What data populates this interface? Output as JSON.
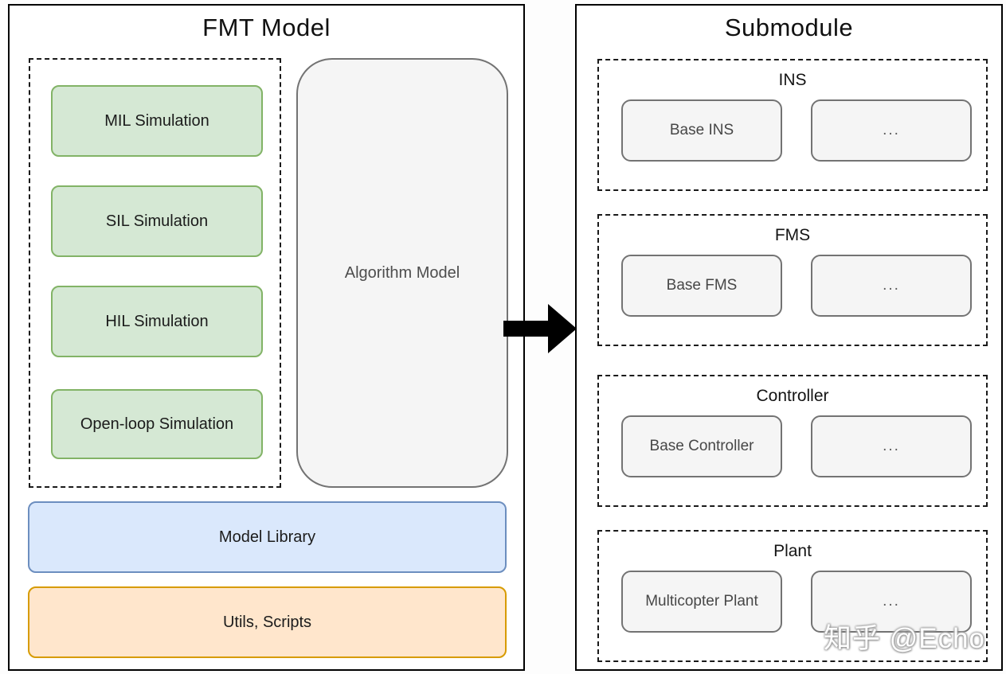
{
  "left_panel": {
    "title": "FMT Model",
    "simulations": [
      {
        "label": "MIL Simulation"
      },
      {
        "label": "SIL Simulation"
      },
      {
        "label": "HIL Simulation"
      },
      {
        "label": "Open-loop Simulation"
      }
    ],
    "algorithm_model": {
      "label": "Algorithm Model"
    },
    "model_library": {
      "label": "Model Library"
    },
    "utils_scripts": {
      "label": "Utils, Scripts"
    }
  },
  "arrow": {
    "name": "left-panel-to-submodule",
    "direction": "right"
  },
  "right_panel": {
    "title": "Submodule",
    "sections": [
      {
        "label": "INS",
        "base": "Base INS",
        "more": "..."
      },
      {
        "label": "FMS",
        "base": "Base FMS",
        "more": "..."
      },
      {
        "label": "Controller",
        "base": "Base Controller",
        "more": "..."
      },
      {
        "label": "Plant",
        "base": "Multicopter Plant",
        "more": "..."
      }
    ]
  },
  "watermark": "知乎 @Echo",
  "colors": {
    "simulation_fill": "#d5e8d4",
    "simulation_stroke": "#82b366",
    "model_library_fill": "#dae8fc",
    "model_library_stroke": "#6c8ebf",
    "utils_fill": "#ffe6cc",
    "utils_stroke": "#d79b00",
    "gray_box_fill": "#f5f5f5",
    "gray_box_stroke": "#737373",
    "panel_border": "#000000",
    "arrow": "#000000"
  }
}
